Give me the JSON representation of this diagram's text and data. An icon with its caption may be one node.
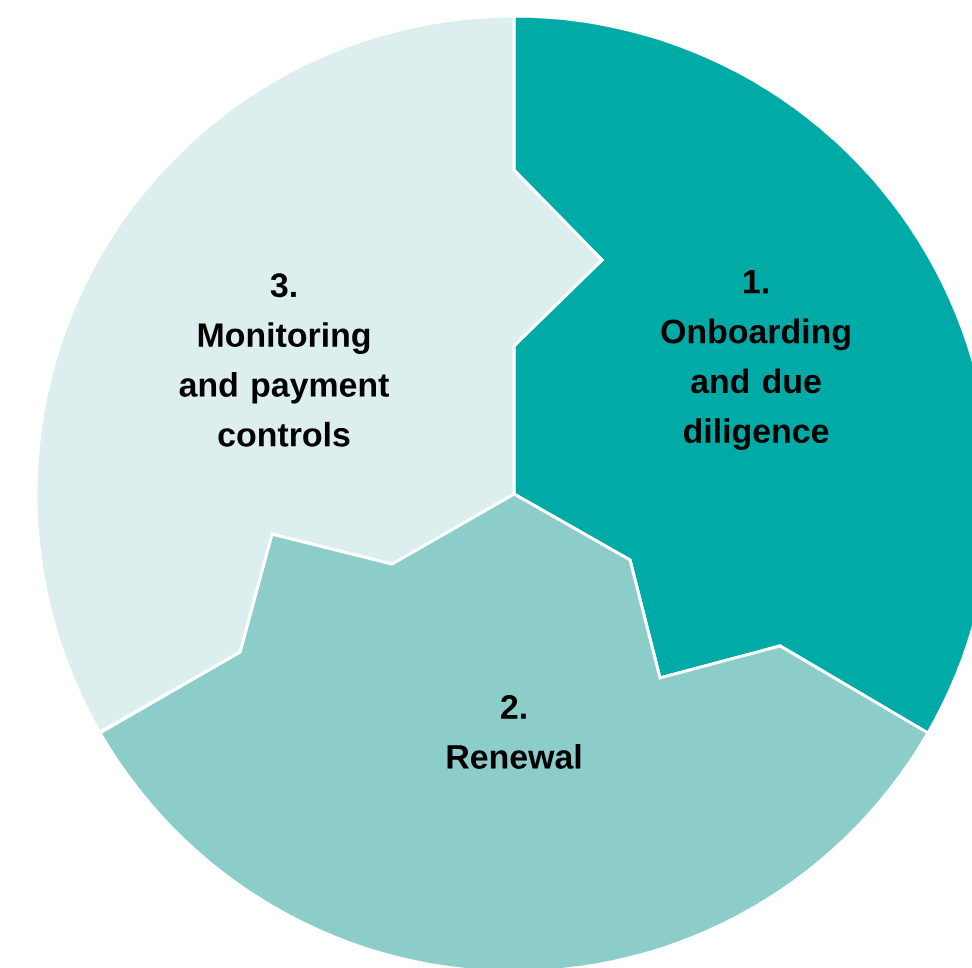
{
  "diagram": {
    "nodes": [
      {
        "text": [
          "1.",
          "Onboarding and due diligence"
        ]
      },
      {
        "text": [
          "2.",
          "Renewal"
        ]
      },
      {
        "text": [
          "3.",
          "Monitoring and payment controls"
        ]
      }
    ]
  }
}
